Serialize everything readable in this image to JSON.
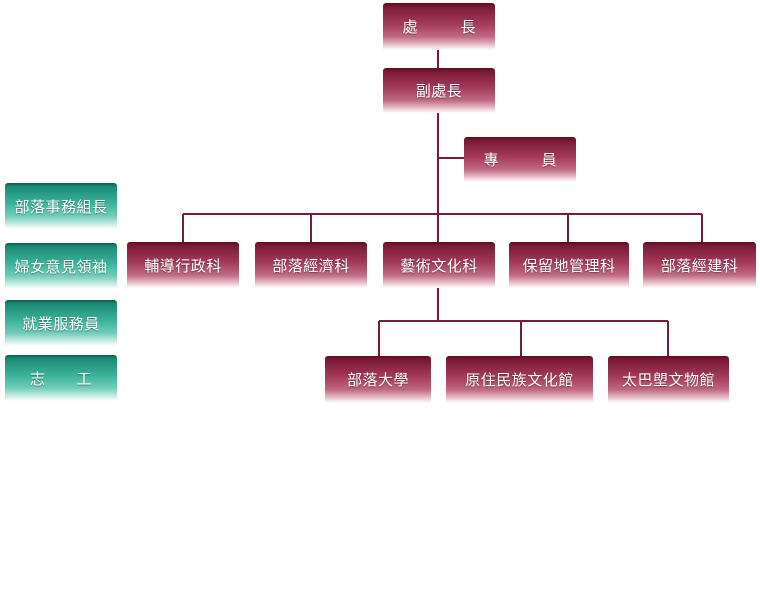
{
  "colors": {
    "unit_box": "#a43b5a",
    "staff_box": "#3bb39a",
    "connector": "#7a1a37"
  },
  "org": {
    "director": "處　長",
    "deputy_director": "副處長",
    "specialist": "專　員",
    "sections": [
      "輔導行政科",
      "部落經濟科",
      "藝術文化科",
      "保留地管理科",
      "部落經建科"
    ],
    "sub_units": [
      "部落大學",
      "原住民族文化館",
      "太巴塱文物館"
    ]
  },
  "staff": [
    "部落事務組長",
    "婦女意見領袖",
    "就業服務員",
    "志　　工"
  ]
}
